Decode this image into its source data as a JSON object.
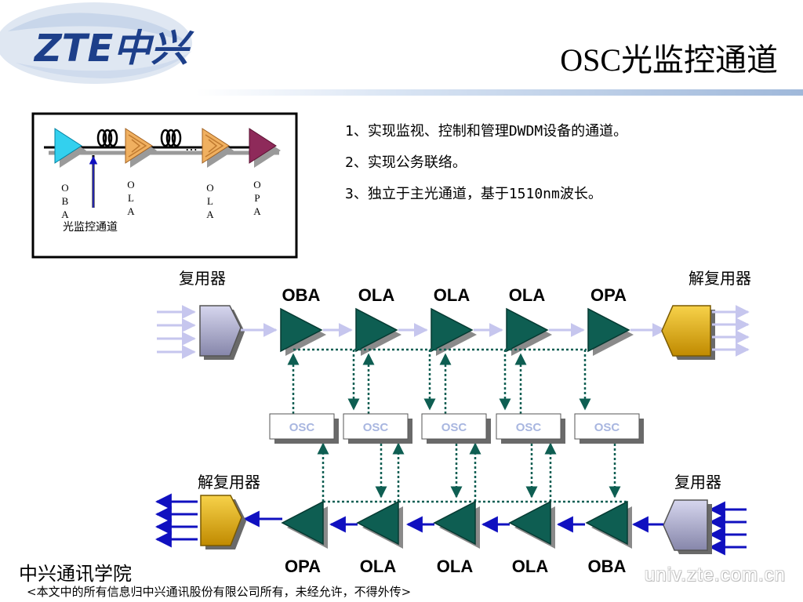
{
  "header": {
    "logo_text": "ZTE中兴",
    "title": "OSC光监控通道"
  },
  "points": [
    "1、实现监视、控制和管理DWDM设备的通道。",
    "2、实现公务联络。",
    "3、独立于主光通道，基于1510nm波长。"
  ],
  "inset": {
    "amp_labels": [
      "OBA",
      "OLA",
      "OLA",
      "OPA"
    ],
    "osc_label": "光监控通道"
  },
  "top_chain": {
    "mux_label": "复用器",
    "demux_label": "解复用器",
    "amp_labels": [
      "OBA",
      "OLA",
      "OLA",
      "OLA",
      "OPA"
    ]
  },
  "osc_boxes": [
    "OSC",
    "OSC",
    "OSC",
    "OSC",
    "OSC"
  ],
  "bottom_chain": {
    "demux_label": "解复用器",
    "mux_label": "复用器",
    "amp_labels": [
      "OPA",
      "OLA",
      "OLA",
      "OLA",
      "OBA"
    ]
  },
  "footer": {
    "org": "中兴通讯学院",
    "copyright": "<本文中的所有信息归中兴通讯股份有限公司所有，未经允许，不得外传>",
    "website": "univ.zte.com.cn"
  },
  "colors": {
    "amp_teal": "#0e5e52",
    "inset_cyan": "#33d0ee",
    "inset_orange": "#f0b060",
    "inset_purple": "#8e2a5a",
    "mux_lavender": "#a6a6c6",
    "demux_gold": "#e8b000",
    "signal_blue": "#1010c0",
    "signal_lilac": "#c6c6ee",
    "osc_text": "#a8b6e0"
  }
}
